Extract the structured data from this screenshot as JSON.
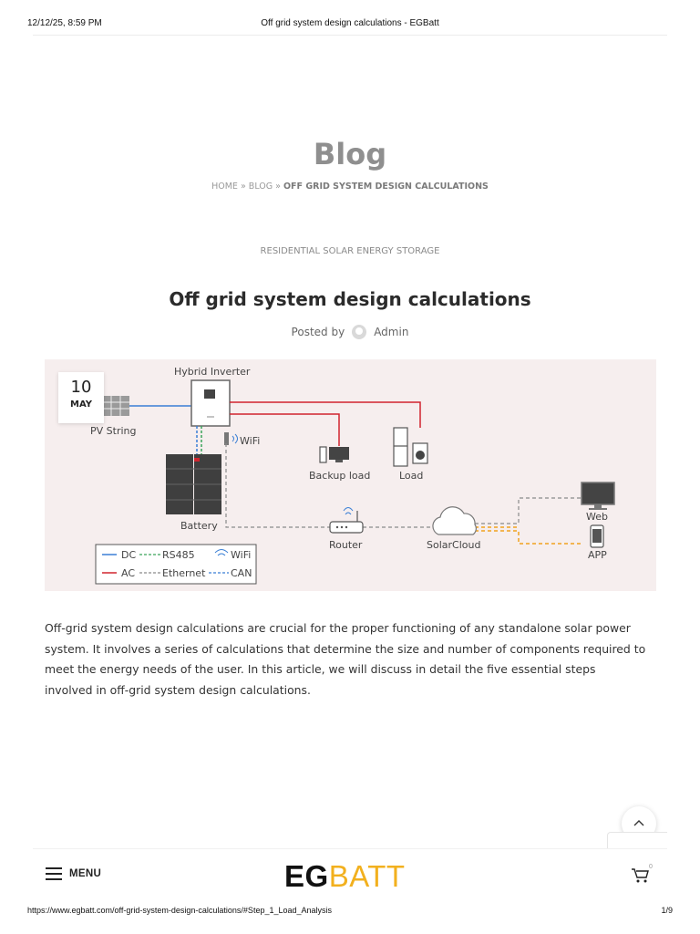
{
  "print_header": {
    "date": "12/12/25, 8:59 PM",
    "title": "Off grid system design calculations - EGBatt"
  },
  "page": {
    "heading": "Blog"
  },
  "breadcrumb": {
    "home": "HOME",
    "sep": "»",
    "blog": "BLOG",
    "current": "OFF GRID SYSTEM DESIGN CALCULATIONS"
  },
  "post": {
    "category": "RESIDENTIAL SOLAR ENERGY STORAGE",
    "title": "Off grid system design calculations",
    "posted_by": "Posted by",
    "author": "Admin",
    "date_day": "10",
    "date_month": "MAY",
    "body": "Off-grid system design calculations are crucial for the proper functioning of any standalone solar power system. It involves a series of calculations that determine the size and number of components required to meet the energy needs of the user. In this article, we will discuss in detail the five essential steps involved in off-grid system design calculations."
  },
  "diagram": {
    "hybrid_inverter": "Hybrid Inverter",
    "pv_string": "PV String",
    "wifi": "WiFi",
    "backup_load": "Backup load",
    "load": "Load",
    "battery": "Battery",
    "router": "Router",
    "solarcloud": "SolarCloud",
    "web": "Web",
    "app": "APP",
    "legend": {
      "dc": "DC",
      "rs485": "RS485",
      "wifi": "WiFi",
      "ac": "AC",
      "ethernet": "Ethernet",
      "can": "CAN"
    },
    "colors": {
      "dc": "#3a7fd5",
      "ac": "#d0242e",
      "rs485": "#3aa35a",
      "ethernet": "#8a8a8a",
      "can": "#3a7fd5",
      "cloud_link": "#f0a21e"
    }
  },
  "bottom_bar": {
    "menu": "MENU",
    "logo_eg": "EG",
    "logo_batt": "BATT",
    "cart_count": "0"
  },
  "print_footer": {
    "url": "https://www.egbatt.com/off-grid-system-design-calculations/#Step_1_Load_Analysis",
    "page": "1/9"
  },
  "icons": {
    "scroll_top": "chevron-up-icon",
    "cart": "cart-icon",
    "menu": "hamburger-icon",
    "author": "avatar-icon"
  }
}
